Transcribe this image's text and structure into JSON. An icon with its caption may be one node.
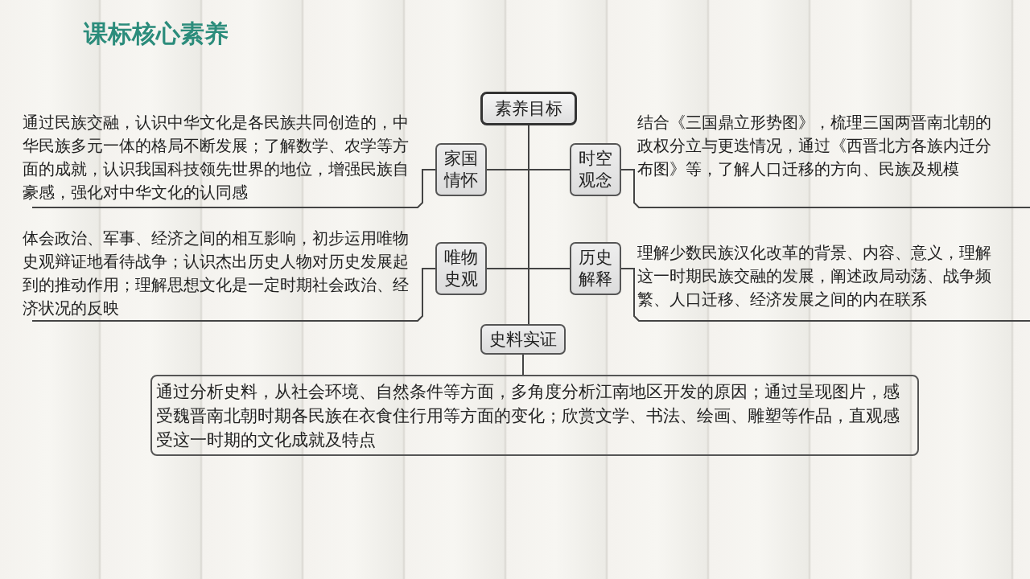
{
  "diagram": {
    "title": "课标核心素养",
    "nodes": [
      {
        "text": [
          "素养目标"
        ]
      },
      {
        "text": [
          "通过民族交融，认识中华文化是各民族共同创造的，中华民族多元一体的格局不断发展；了解数学、农学等方面的成就，认识我国科技领先世界的地位，增强民族自豪感，强化对中华文化的认同感"
        ]
      },
      {
        "text": [
          "家国情怀"
        ]
      },
      {
        "text": [
          "时空观念"
        ]
      },
      {
        "text": [
          "结合《三国鼎立形势图》，梳理三国两晋南北朝的政权分立与更迭情况，通过《西晋北方各族内迁分布图》等，了解人口迁移的方向、民族及规模"
        ]
      },
      {
        "text": [
          "体会政治、军事、经济之间的相互影响，初步运用唯物史观辩证地看待战争；认识杰出历史人物对历史发展起到的推动作用；理解思想文化是一定时期社会政治、经济状况的反映"
        ]
      },
      {
        "text": [
          "唯物史观"
        ]
      },
      {
        "text": [
          "历史解释"
        ]
      },
      {
        "text": [
          "理解少数民族汉化改革的背景、内容、意义，理解这一时期民族交融的发展，阐述政局动荡、战争频繁、人口迁移、经济发展之间的内在联系"
        ]
      },
      {
        "text": [
          "史料实证"
        ]
      },
      {
        "text": [
          "通过分析史料，从社会环境、自然条件等方面，多角度分析江南地区开发的原因；通过呈现图片，感受魏晋南北朝时期各民族在衣食住行用等方面的变化；欣赏文学、书法、绘画、雕塑等作品，直观感受这一时期的文化成就及特点"
        ]
      }
    ],
    "edges": [
      {
        "from": 0,
        "to": 2,
        "arrow": "none"
      },
      {
        "from": 0,
        "to": 3,
        "arrow": "none"
      },
      {
        "from": 0,
        "to": 6,
        "arrow": "none"
      },
      {
        "from": 0,
        "to": 7,
        "arrow": "none"
      },
      {
        "from": 0,
        "to": 9,
        "arrow": "none"
      },
      {
        "from": 2,
        "to": 1,
        "arrow": "none"
      },
      {
        "from": 3,
        "to": 4,
        "arrow": "none"
      },
      {
        "from": 6,
        "to": 5,
        "arrow": "none"
      },
      {
        "from": 7,
        "to": 8,
        "arrow": "none"
      },
      {
        "from": 9,
        "to": 10,
        "arrow": "none"
      }
    ]
  }
}
